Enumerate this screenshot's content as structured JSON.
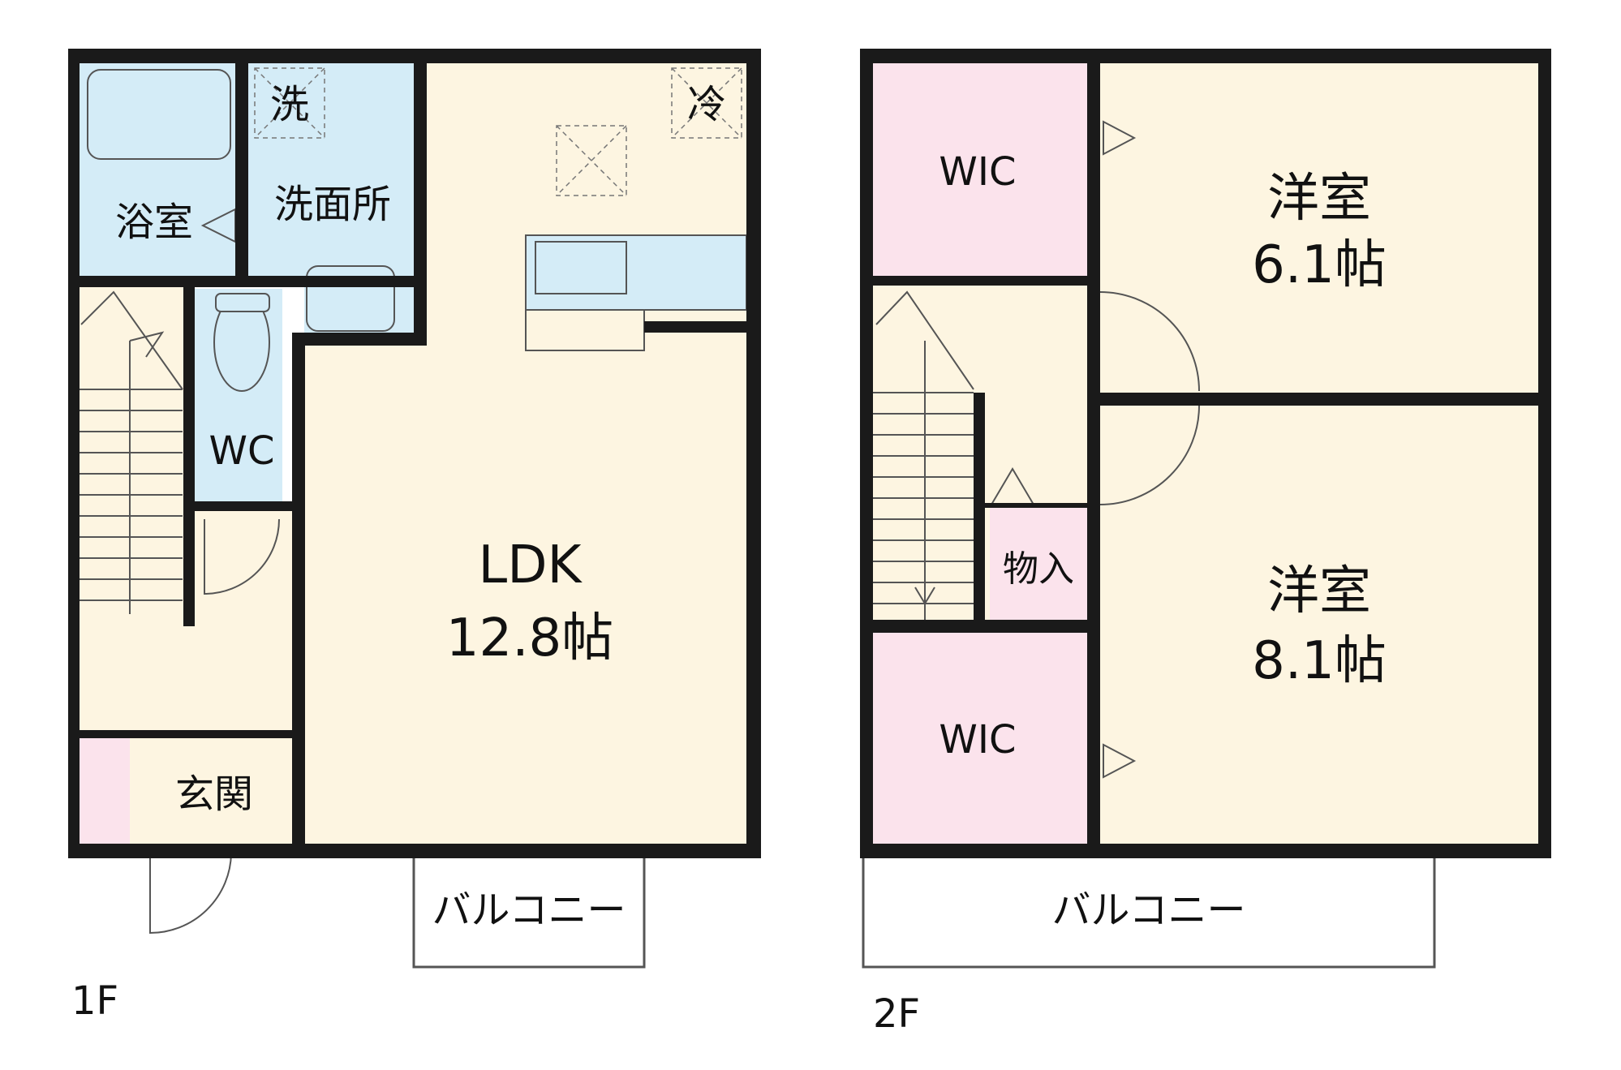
{
  "floors": [
    {
      "label": "1F",
      "rooms": {
        "bathroom": "浴室",
        "washroom": "洗面所",
        "washer": "洗",
        "fridge": "冷",
        "wc": "WC",
        "ldk_name": "LDK",
        "ldk_size": "12.8帖",
        "entrance": "玄関",
        "balcony": "バルコニー"
      }
    },
    {
      "label": "2F",
      "rooms": {
        "wic_top": "WIC",
        "western_top_name": "洋室",
        "western_top_size": "6.1帖",
        "storage": "物入",
        "western_bottom_name": "洋室",
        "western_bottom_size": "8.1帖",
        "wic_bottom": "WIC",
        "balcony": "バルコニー"
      }
    }
  ],
  "colors": {
    "wall": "#1a1a1a",
    "living": "#fdf5e1",
    "wet_area": "#d4ecf7",
    "closet": "#fbe3ec",
    "door_line": "#555555"
  }
}
